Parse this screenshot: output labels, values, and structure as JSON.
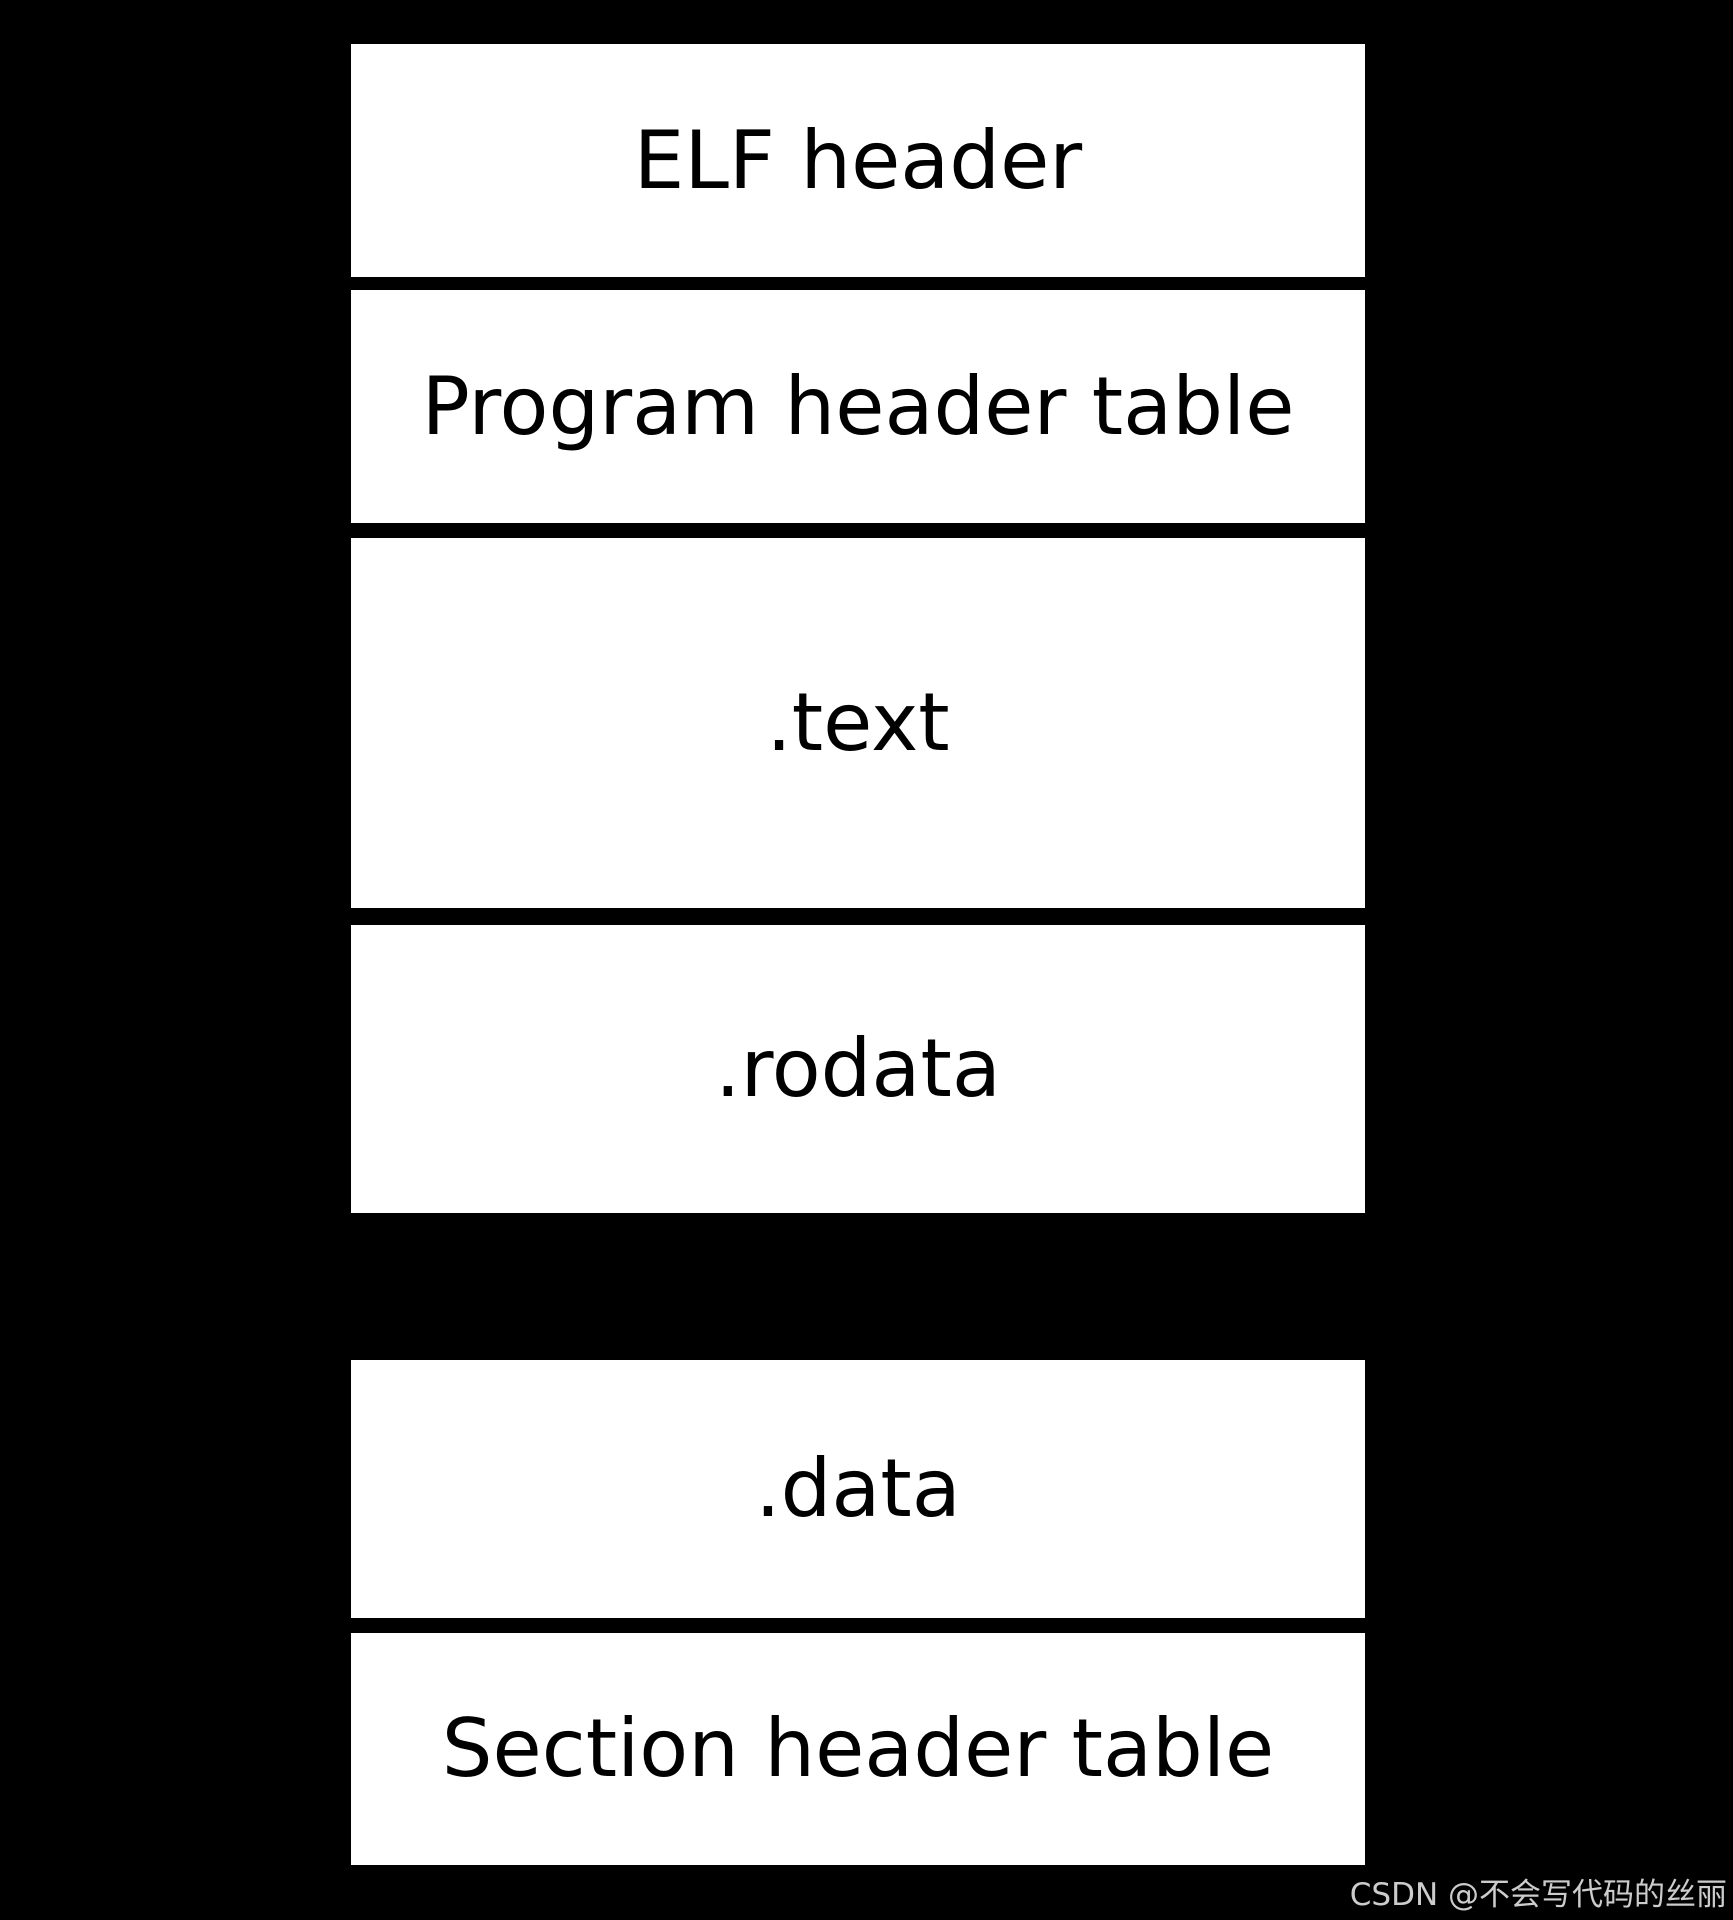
{
  "page": {
    "background_color": "#000000"
  },
  "diagram": {
    "title_implied": "ELF file layout",
    "box_fill_color": "#ffffff",
    "box_text_color": "#000000",
    "sections": [
      {
        "id": "elf-header",
        "label": "ELF header"
      },
      {
        "id": "program-header-table",
        "label": "Program header table"
      },
      {
        "id": "text-section",
        "label": ".text"
      },
      {
        "id": "rodata-section",
        "label": ".rodata"
      },
      {
        "id": "data-section",
        "label": ".data"
      },
      {
        "id": "section-header-table",
        "label": "Section header table"
      }
    ]
  },
  "watermark": {
    "text": "CSDN @不会写代码的丝丽",
    "color": "#cccccc"
  }
}
